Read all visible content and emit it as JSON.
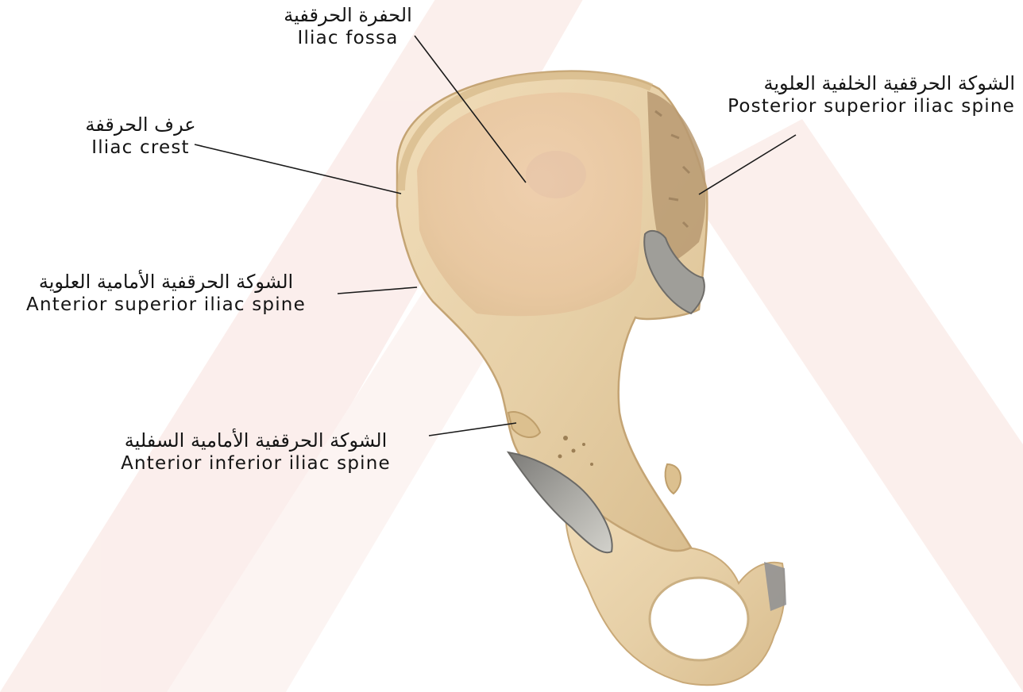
{
  "labels": {
    "iliac_fossa": {
      "ar": "الحفرة الحرقفية",
      "en": "Iliac fossa"
    },
    "iliac_crest": {
      "ar": "عرف الحرقفة",
      "en": "Iliac crest"
    },
    "posterior_superior_iliac_spine": {
      "ar": "الشوكة الحرقفية الخلفية العلوية",
      "en": "Posterior superior iliac spine"
    },
    "anterior_superior_iliac_spine": {
      "ar": "الشوكة الحرقفية الأمامية العلوية",
      "en": "Anterior superior iliac spine"
    },
    "anterior_inferior_iliac_spine": {
      "ar": "الشوكة الحرقفية الأمامية السفلية",
      "en": "Anterior inferior iliac spine"
    }
  },
  "colors": {
    "bone": "#e9d3ad",
    "bone_shadow": "#cfb283",
    "bone_highlight": "#f3e2c3",
    "fossa": "#ebc9a6",
    "cartilage": "#9b9a95",
    "rough_bone": "#b99a72",
    "watermark": "#f6dcd8",
    "leader_line": "#1a1a1a",
    "text": "#141414"
  },
  "icons": {
    "background_watermark": "triangle-watermark",
    "illustration": "hip-bone-illustration"
  }
}
